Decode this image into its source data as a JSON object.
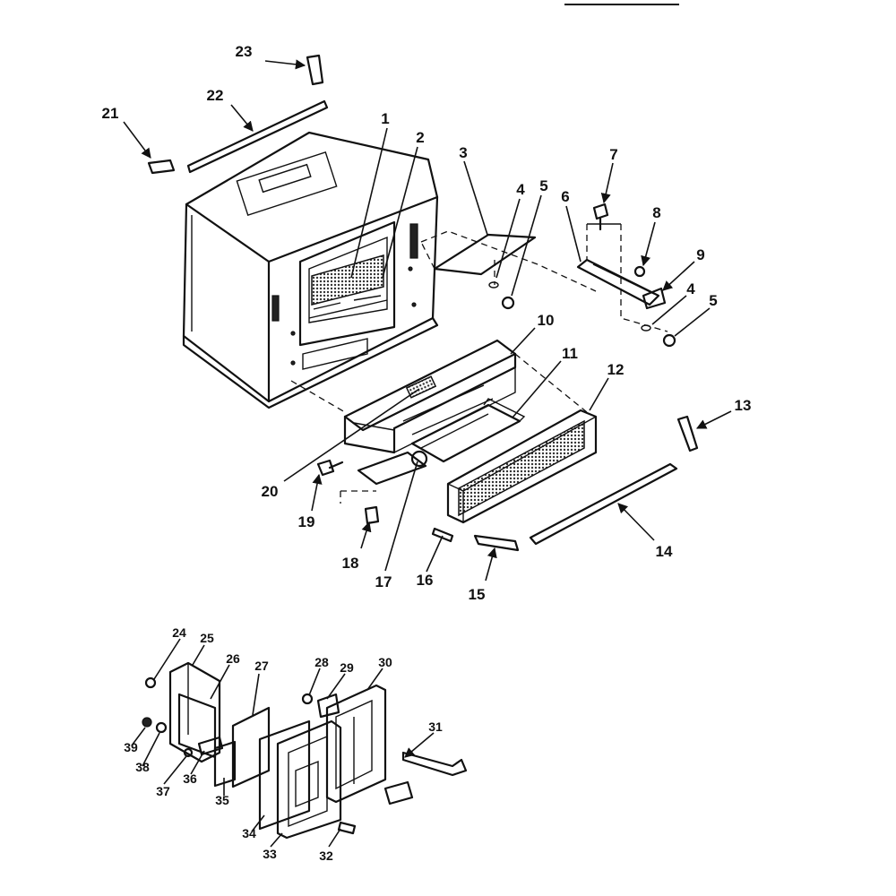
{
  "labels": {
    "l1": "1",
    "l2": "2",
    "l3": "3",
    "l4a": "4",
    "l5a": "5",
    "l6": "6",
    "l7": "7",
    "l8": "8",
    "l9": "9",
    "l4b": "4",
    "l5b": "5",
    "l10": "10",
    "l11": "11",
    "l12": "12",
    "l13": "13",
    "l14": "14",
    "l15": "15",
    "l16": "16",
    "l17": "17",
    "l18": "18",
    "l19": "19",
    "l20": "20",
    "l21": "21",
    "l22": "22",
    "l23": "23",
    "l24": "24",
    "l25": "25",
    "l26": "26",
    "l27": "27",
    "l28": "28",
    "l29": "29",
    "l30": "30",
    "l31": "31",
    "l32": "32",
    "l33": "33",
    "l34": "34",
    "l35": "35",
    "l36": "36",
    "l37": "37",
    "l38": "38",
    "l39": "39"
  }
}
